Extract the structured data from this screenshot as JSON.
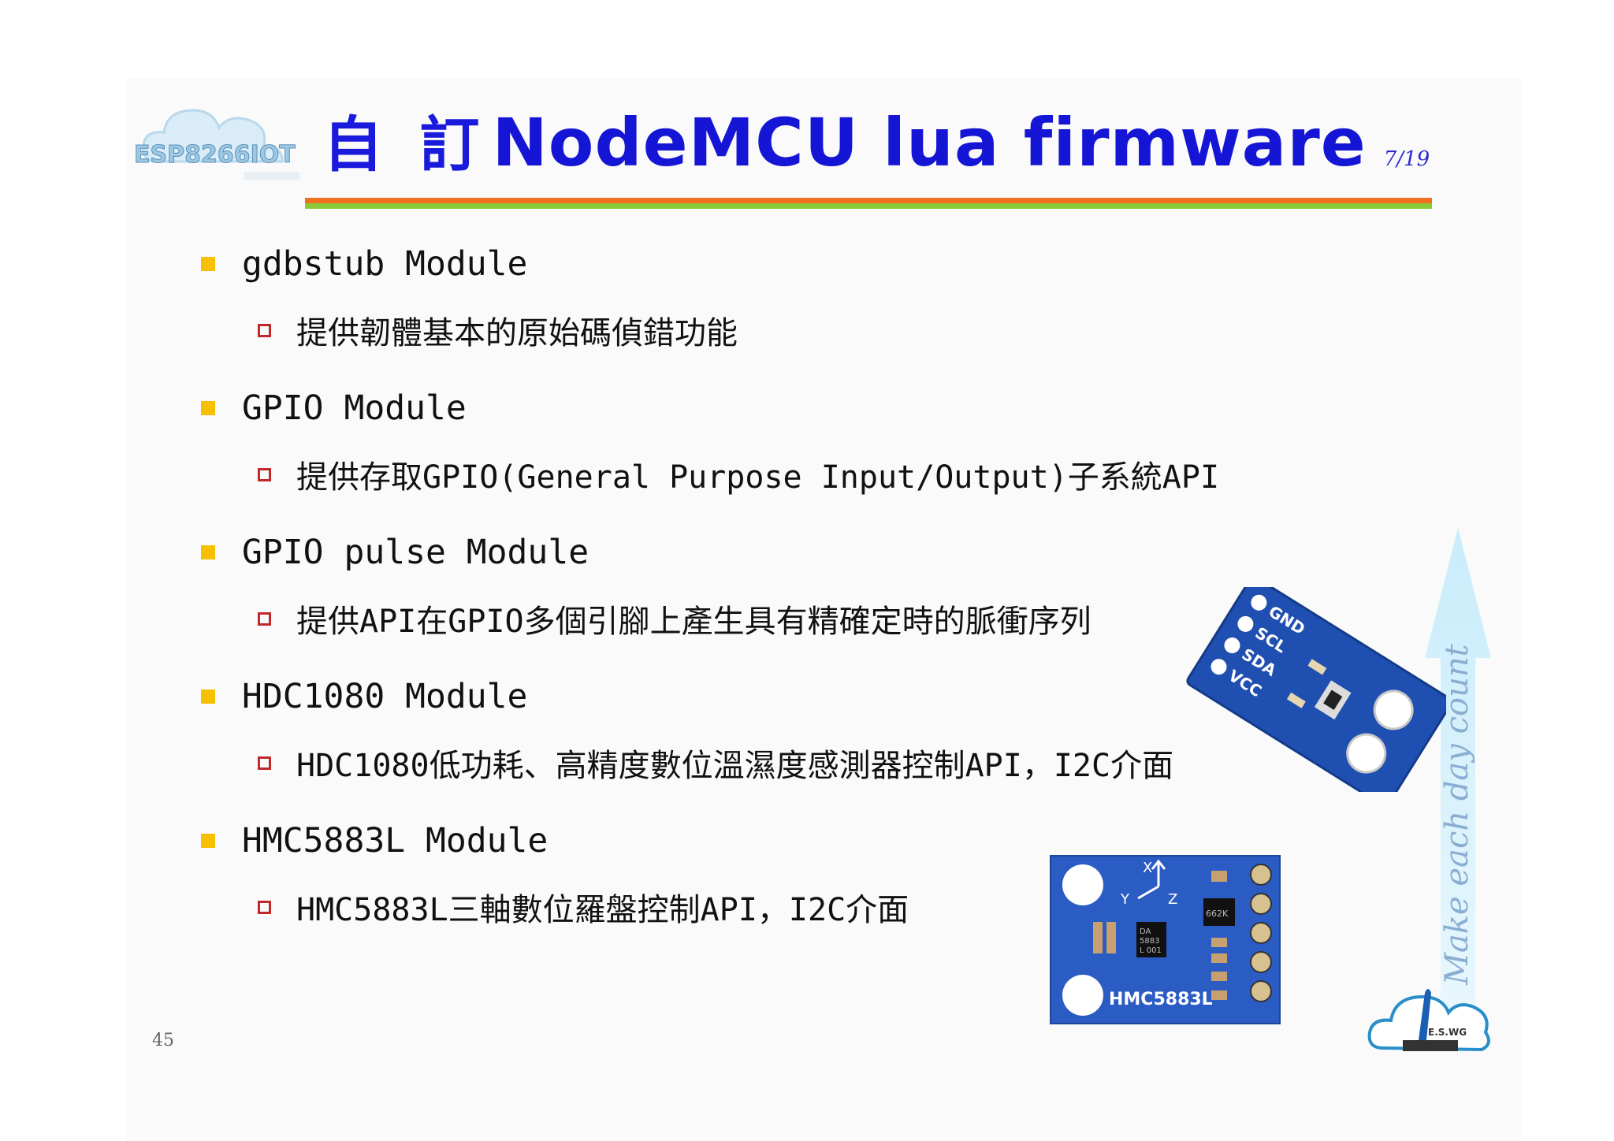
{
  "header": {
    "logo_text": "ESP8266IOT",
    "title_cjk": "自 訂",
    "title_main": "NodeMCU lua firmware",
    "page_indicator": "7/19"
  },
  "items": [
    {
      "heading": "gdbstub Module",
      "desc": "提供韌體基本的原始碼偵錯功能"
    },
    {
      "heading": "GPIO Module",
      "desc": "提供存取GPIO(General Purpose Input/Output)子系統API"
    },
    {
      "heading": "GPIO pulse Module",
      "desc": "提供API在GPIO多個引腳上產生具有精確定時的脈衝序列"
    },
    {
      "heading": "HDC1080 Module",
      "desc": "HDC1080低功耗、高精度數位溫濕度感測器控制API，I2C介面"
    },
    {
      "heading": "HMC5883L Module",
      "desc": "HMC5883L三軸數位羅盤控制API，I2C介面"
    }
  ],
  "hdc_board": {
    "pins": [
      "GND",
      "SCL",
      "SDA",
      "VCC"
    ]
  },
  "hmc_board": {
    "label": "HMC5883L",
    "axes": [
      "X",
      "Y",
      "Z"
    ],
    "chip_marks": [
      "662K",
      "DA",
      "5883",
      "L 001"
    ]
  },
  "decoration": {
    "arrow_text": "Make each day count",
    "logo_text": "E.S.WG"
  },
  "footer": {
    "slide_number": "45"
  },
  "colors": {
    "title_blue": "#1515d6",
    "bullet_yellow": "#f6c000",
    "sub_bullet_red": "#c0282a",
    "rule_orange": "#f07020",
    "rule_green": "#8acb3a",
    "board_blue": "#1f4fb0"
  }
}
